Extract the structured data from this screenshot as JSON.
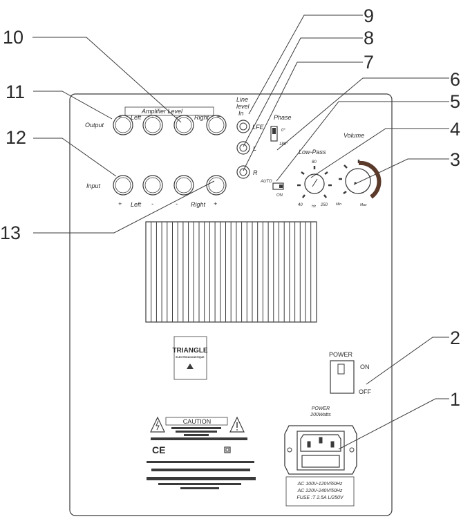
{
  "callouts": [
    "9",
    "10",
    "8",
    "7",
    "6",
    "11",
    "5",
    "4",
    "12",
    "3",
    "13",
    "2",
    "1"
  ],
  "panel": {
    "amplifier_level": "Amplifier Level",
    "output": "Output",
    "input": "Input",
    "plus": "+",
    "minus": "-",
    "left": "Left",
    "right": "Right",
    "line_level": "Line",
    "line_level2": "level",
    "line_in": "In",
    "lfe": "LFE",
    "l": "L",
    "r": "R",
    "phase": "Phase",
    "phase_0": "0°",
    "phase_180": "180°",
    "auto": "AUTO",
    "on_short": "ON",
    "low_pass": "Low-Pass",
    "lp_80": "80",
    "lp_40": "40",
    "lp_hz": "Hz",
    "lp_250": "250",
    "volume": "Volume",
    "vol_min": "Min",
    "vol_max": "Max",
    "logo_title": "TRIANGLE",
    "logo_sub": "ELECTROACOUSTIQUE",
    "caution": "CAUTION",
    "ce": "CE",
    "power": "POWER",
    "on": "ON",
    "off": "OFF",
    "power_rating": "POWER",
    "power_watts": "200Watts",
    "spec1": "AC 100V-120V/60Hz",
    "spec2": "AC 220V-240V/50Hz",
    "spec3": "FUSE :T 2.5A L/250V"
  }
}
